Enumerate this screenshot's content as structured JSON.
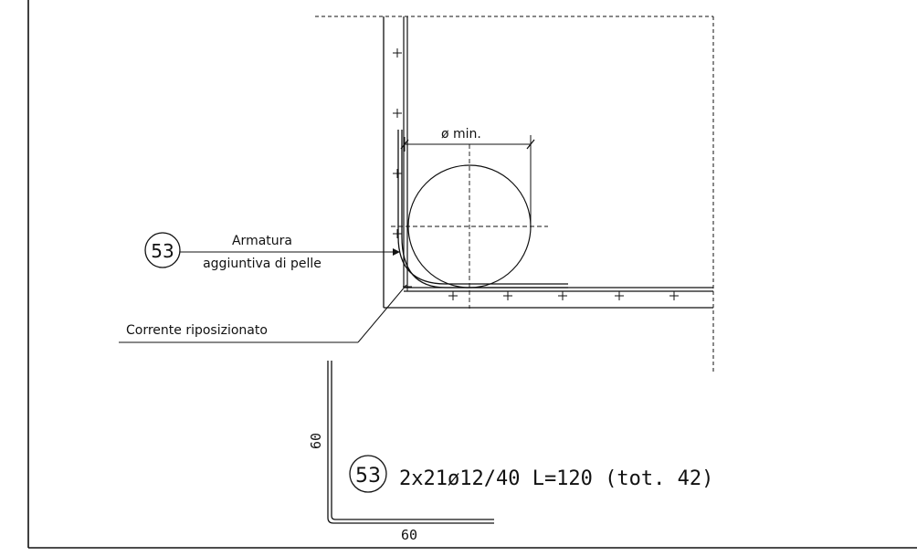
{
  "detail": {
    "diameter_label": "ø min.",
    "bar_callout": {
      "mark": "53",
      "line1": "Armatura",
      "line2": "aggiuntiva di pelle"
    },
    "corner_callout": "Corrente riposizionato"
  },
  "bar_schedule": {
    "mark": "53",
    "spec": "2x21ø12/40 L=120 (tot. 42)",
    "leg_vertical": "60",
    "leg_horizontal": "60"
  }
}
